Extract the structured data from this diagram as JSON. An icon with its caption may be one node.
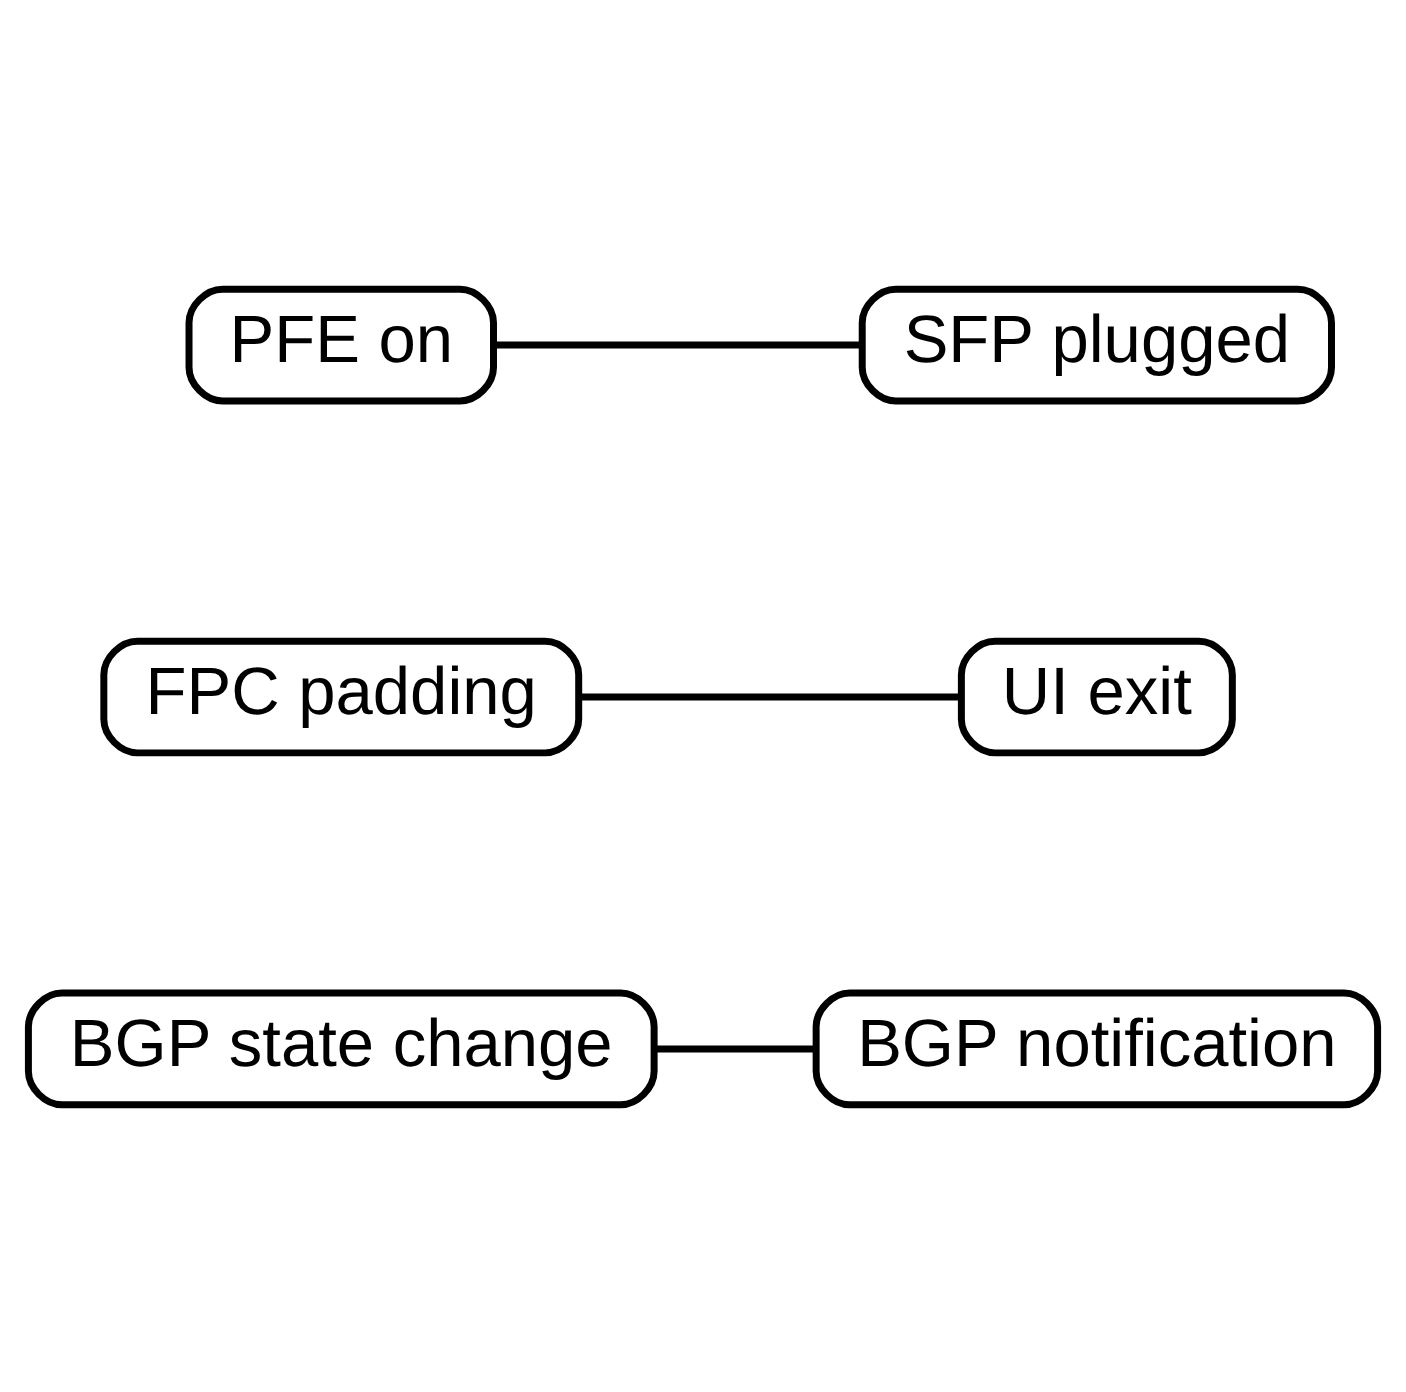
{
  "diagram": {
    "nodes": [
      {
        "text": [
          "BGP state change"
        ]
      },
      {
        "text": [
          "BGP notification"
        ]
      },
      {
        "text": [
          "FPC padding"
        ]
      },
      {
        "text": [
          "UI exit"
        ]
      },
      {
        "text": [
          "PFE on"
        ]
      },
      {
        "text": [
          "SFP plugged"
        ]
      }
    ],
    "edges": [
      {
        "from": 0,
        "to": 1,
        "arrow": "none"
      },
      {
        "from": 2,
        "to": 3,
        "arrow": "none"
      },
      {
        "from": 4,
        "to": 5,
        "arrow": "none"
      }
    ]
  }
}
